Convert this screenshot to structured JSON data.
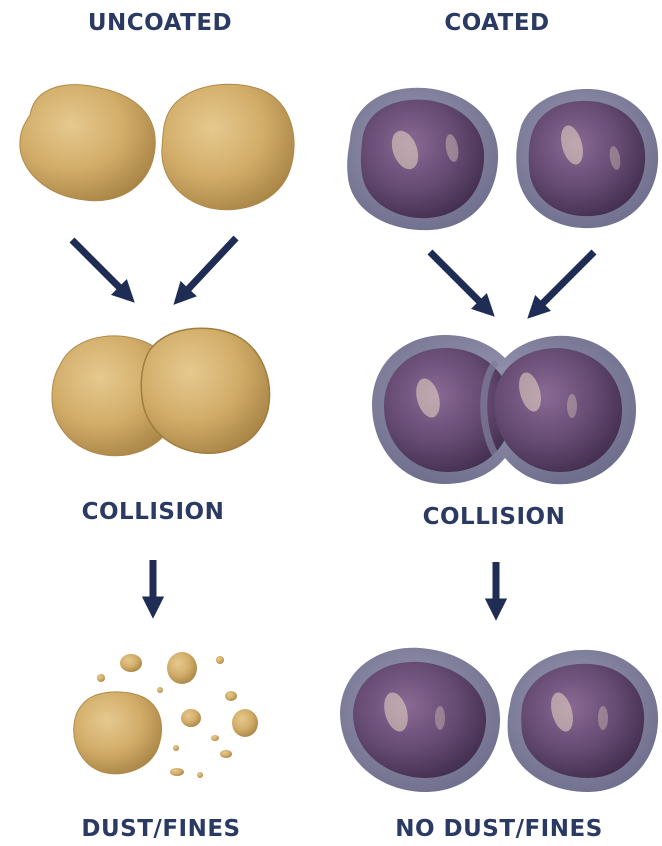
{
  "columns": {
    "uncoated": {
      "heading": "UNCOATED",
      "collision_label": "COLLISION",
      "result_label": "DUST/FINES"
    },
    "coated": {
      "heading": "COATED",
      "collision_label": "COLLISION",
      "result_label": "NO DUST/FINES"
    }
  },
  "colors": {
    "uncoated_particle": "#d4b06e",
    "coated_core": "#6a4e76",
    "coating_shell": "#7d7d9a",
    "arrow": "#1f2d55",
    "text": "#2b3a63"
  }
}
